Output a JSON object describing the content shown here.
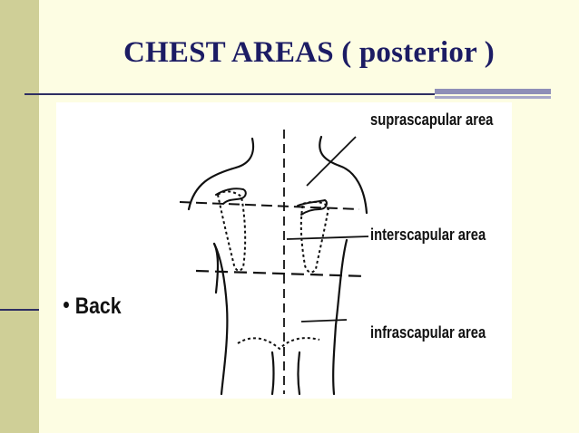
{
  "slide": {
    "title": "CHEST AREAS ( posterior )"
  },
  "figure": {
    "labels": {
      "suprascapular": "suprascapular area",
      "interscapular": "interscapular area",
      "infrascapular": "infrascapular area",
      "back": "Back"
    },
    "back_bullet_icon": "bullet-dot-icon"
  },
  "colors": {
    "title": "#1c1c64",
    "background": "#fdfde3",
    "left_band": "#cfcf97",
    "rule_thin": "#2e2e62",
    "rule_thick": "#8f8fb7",
    "figure_bg": "#ffffff",
    "ink": "#111111"
  }
}
